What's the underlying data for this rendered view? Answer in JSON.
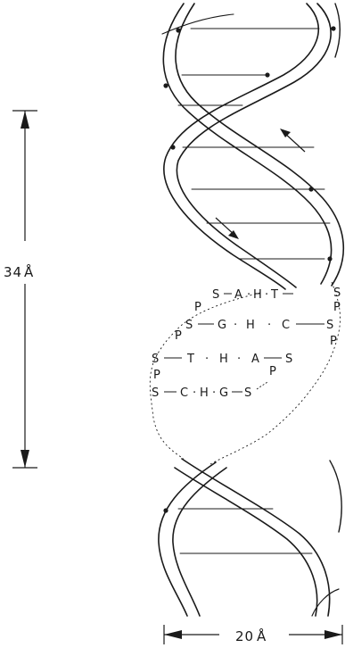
{
  "dimensions": {
    "pitch": {
      "value": "34",
      "unit": "Å"
    },
    "width": {
      "value": "20",
      "unit": "Å"
    }
  },
  "base_pairs": [
    {
      "row": [
        "S",
        "A",
        "H",
        "T",
        "S"
      ]
    },
    {
      "row": [
        "S",
        "G",
        "H",
        "C",
        "S"
      ]
    },
    {
      "row": [
        "S",
        "T",
        "H",
        "A",
        "S"
      ]
    },
    {
      "row": [
        "S",
        "C",
        "H",
        "G",
        "S"
      ]
    }
  ],
  "phosphates": [
    "P",
    "P",
    "P",
    "P",
    "P",
    "P"
  ],
  "colors": {
    "ink": "#1a1a1a",
    "background": "#ffffff"
  }
}
